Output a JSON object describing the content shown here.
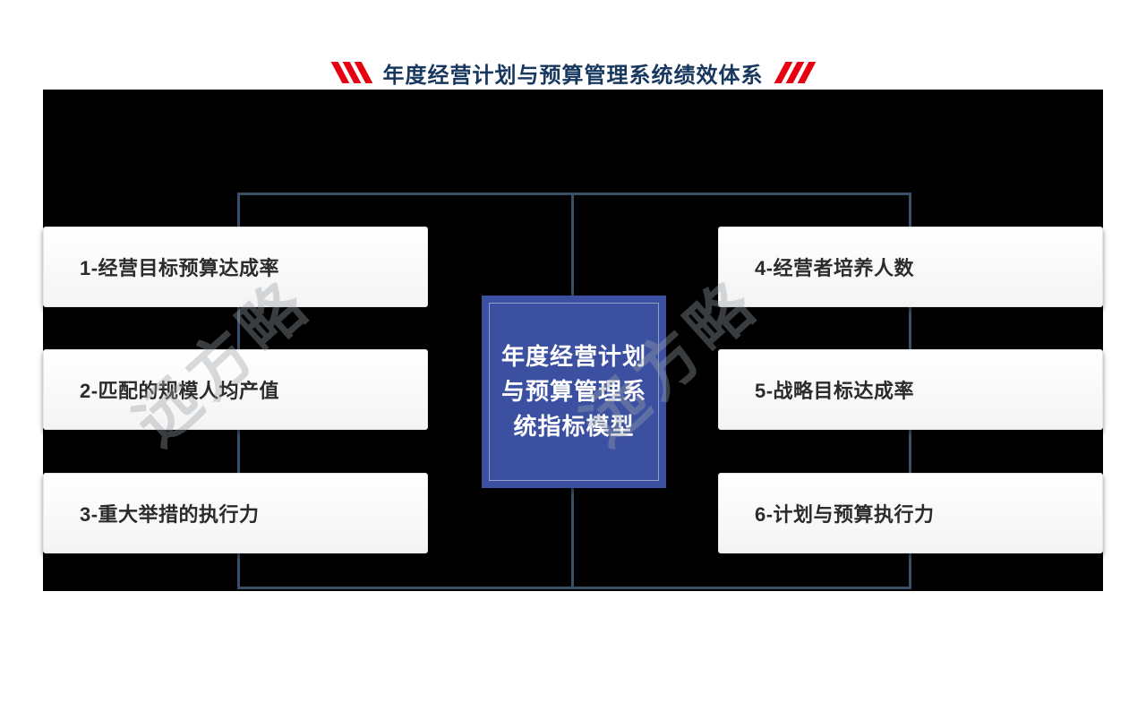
{
  "title": {
    "text": "年度经营计划与预算管理系统绩效体系"
  },
  "center_box": {
    "lines": [
      "年度经营计划",
      "与预算管理系",
      "统指标模型"
    ]
  },
  "left_items": [
    {
      "label": "1-经营目标预算达成率"
    },
    {
      "label": "2-匹配的规模人均产值"
    },
    {
      "label": "3-重大举措的执行力"
    }
  ],
  "right_items": [
    {
      "label": "4-经营者培养人数"
    },
    {
      "label": "5-战略目标达成率"
    },
    {
      "label": "6-计划与预算执行力"
    }
  ],
  "watermark": {
    "text": "远方略"
  },
  "colors": {
    "accent_red": "#e60012",
    "title_navy": "#17375e",
    "center_blue": "#3c50a2",
    "connector": "#3a5068",
    "board_black": "#000000"
  }
}
